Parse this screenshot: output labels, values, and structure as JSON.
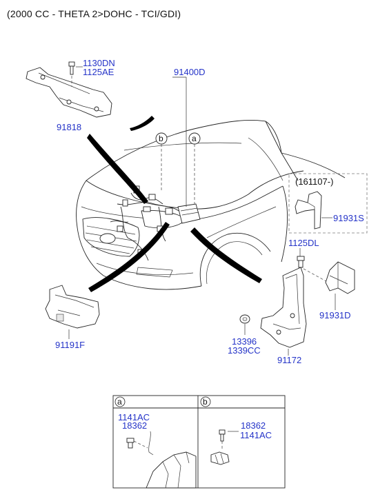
{
  "header": {
    "title": "(2000 CC - THETA 2>DOHC - TCI/GDI)"
  },
  "labels": {
    "bolt_top_1": "1130DN",
    "bolt_top_2": "1125AE",
    "harness_main": "91400D",
    "bracket_left": "91818",
    "bracket_front": "91191F",
    "date_note": "(161107-)",
    "bracket_right_a": "91931S",
    "bolt_right": "1125DL",
    "bracket_right_b": "91931D",
    "grommet_1": "13396",
    "grommet_2": "1339CC",
    "bracket_bottom": "91172"
  },
  "callouts": {
    "a": "a",
    "b": "b"
  },
  "detail_table": {
    "header_a": "a",
    "header_b": "b",
    "a_part_1": "1141AC",
    "a_part_2": "18362",
    "b_part_1": "18362",
    "b_part_2": "1141AC"
  },
  "colors": {
    "label_blue": "#2433c8",
    "line": "#222222"
  }
}
